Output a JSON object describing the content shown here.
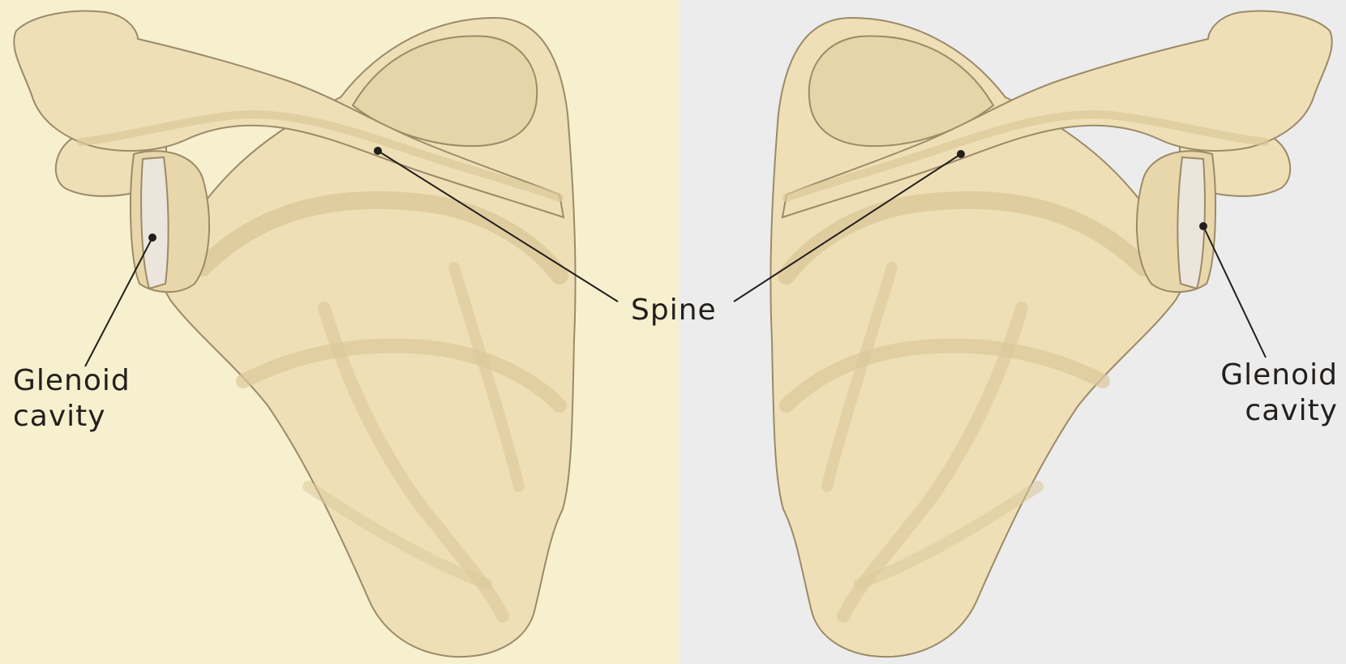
{
  "colors": {
    "left_background": "#f7f0cf",
    "right_background": "#ececec",
    "bone_fill": "#eedfb6",
    "bone_shadow": "#dcc89a",
    "bone_outline": "#9c8a68",
    "glenoid_fill": "#ebe5db",
    "leader_line": "#231f1c"
  },
  "labels": {
    "spine": "Spine",
    "glenoid_left": {
      "line1": "Glenoid",
      "line2": "cavity"
    },
    "glenoid_right": {
      "line1": "Glenoid",
      "line2": "cavity"
    }
  }
}
